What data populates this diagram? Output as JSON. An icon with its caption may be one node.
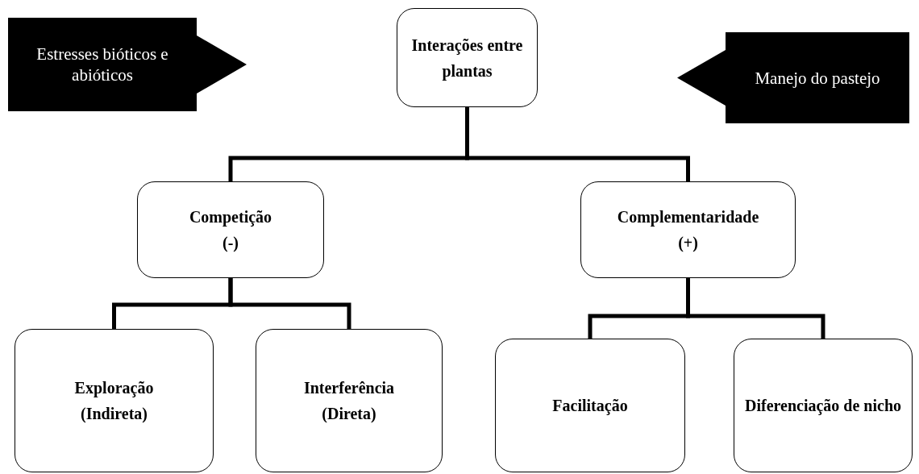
{
  "diagram": {
    "nodes": [
      {
        "text": [
          "Interações entre plantas"
        ]
      },
      {
        "text": [
          "Estresses bióticos e abióticos"
        ]
      },
      {
        "text": [
          "Manejo do pastejo"
        ]
      },
      {
        "text": [
          "Competição (-)"
        ]
      },
      {
        "text": [
          "Complementaridade (+)"
        ]
      },
      {
        "text": [
          "Exploração (Indireta)"
        ]
      },
      {
        "text": [
          "Interferência (Direta)"
        ]
      },
      {
        "text": [
          "Facilitação"
        ]
      },
      {
        "text": [
          "Diferenciação de nicho"
        ]
      }
    ],
    "edges": [
      {
        "from": 0,
        "to": 3,
        "arrow": "none"
      },
      {
        "from": 0,
        "to": 4,
        "arrow": "none"
      },
      {
        "from": 3,
        "to": 5,
        "arrow": "none"
      },
      {
        "from": 3,
        "to": 6,
        "arrow": "none"
      },
      {
        "from": 4,
        "to": 7,
        "arrow": "none"
      },
      {
        "from": 4,
        "to": 8,
        "arrow": "none"
      }
    ]
  }
}
